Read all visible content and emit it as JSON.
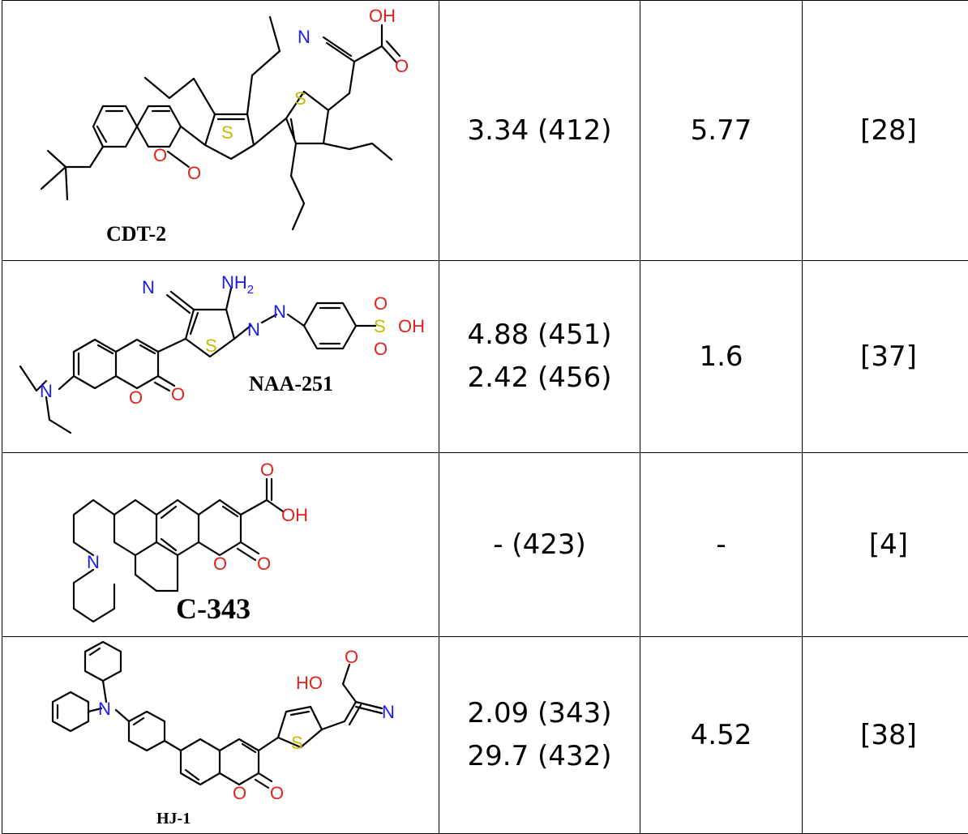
{
  "rows": [
    {
      "name": "CDT-2",
      "values": [
        "3.34 (412)"
      ],
      "col3": "5.77",
      "ref": "[28]"
    },
    {
      "name": "NAA-251",
      "values": [
        "4.88 (451)",
        "2.42 (456)"
      ],
      "col3": "1.6",
      "ref": "[37]"
    },
    {
      "name": "C-343",
      "values": [
        "- (423)"
      ],
      "col3": "-",
      "ref": "[4]"
    },
    {
      "name": "HJ-1",
      "values": [
        "2.09 (343)",
        "29.7 (432)"
      ],
      "col3": "4.52",
      "ref": "[38]"
    }
  ],
  "atoms": {
    "O": "O",
    "OH": "OH",
    "HO": "HO",
    "N": "N",
    "S": "S",
    "NH": "NH",
    "sub2": "2"
  },
  "colors": {
    "oxygen": "#e0211d",
    "nitrogen": "#1a1aff",
    "sulfur": "#c9b800"
  }
}
